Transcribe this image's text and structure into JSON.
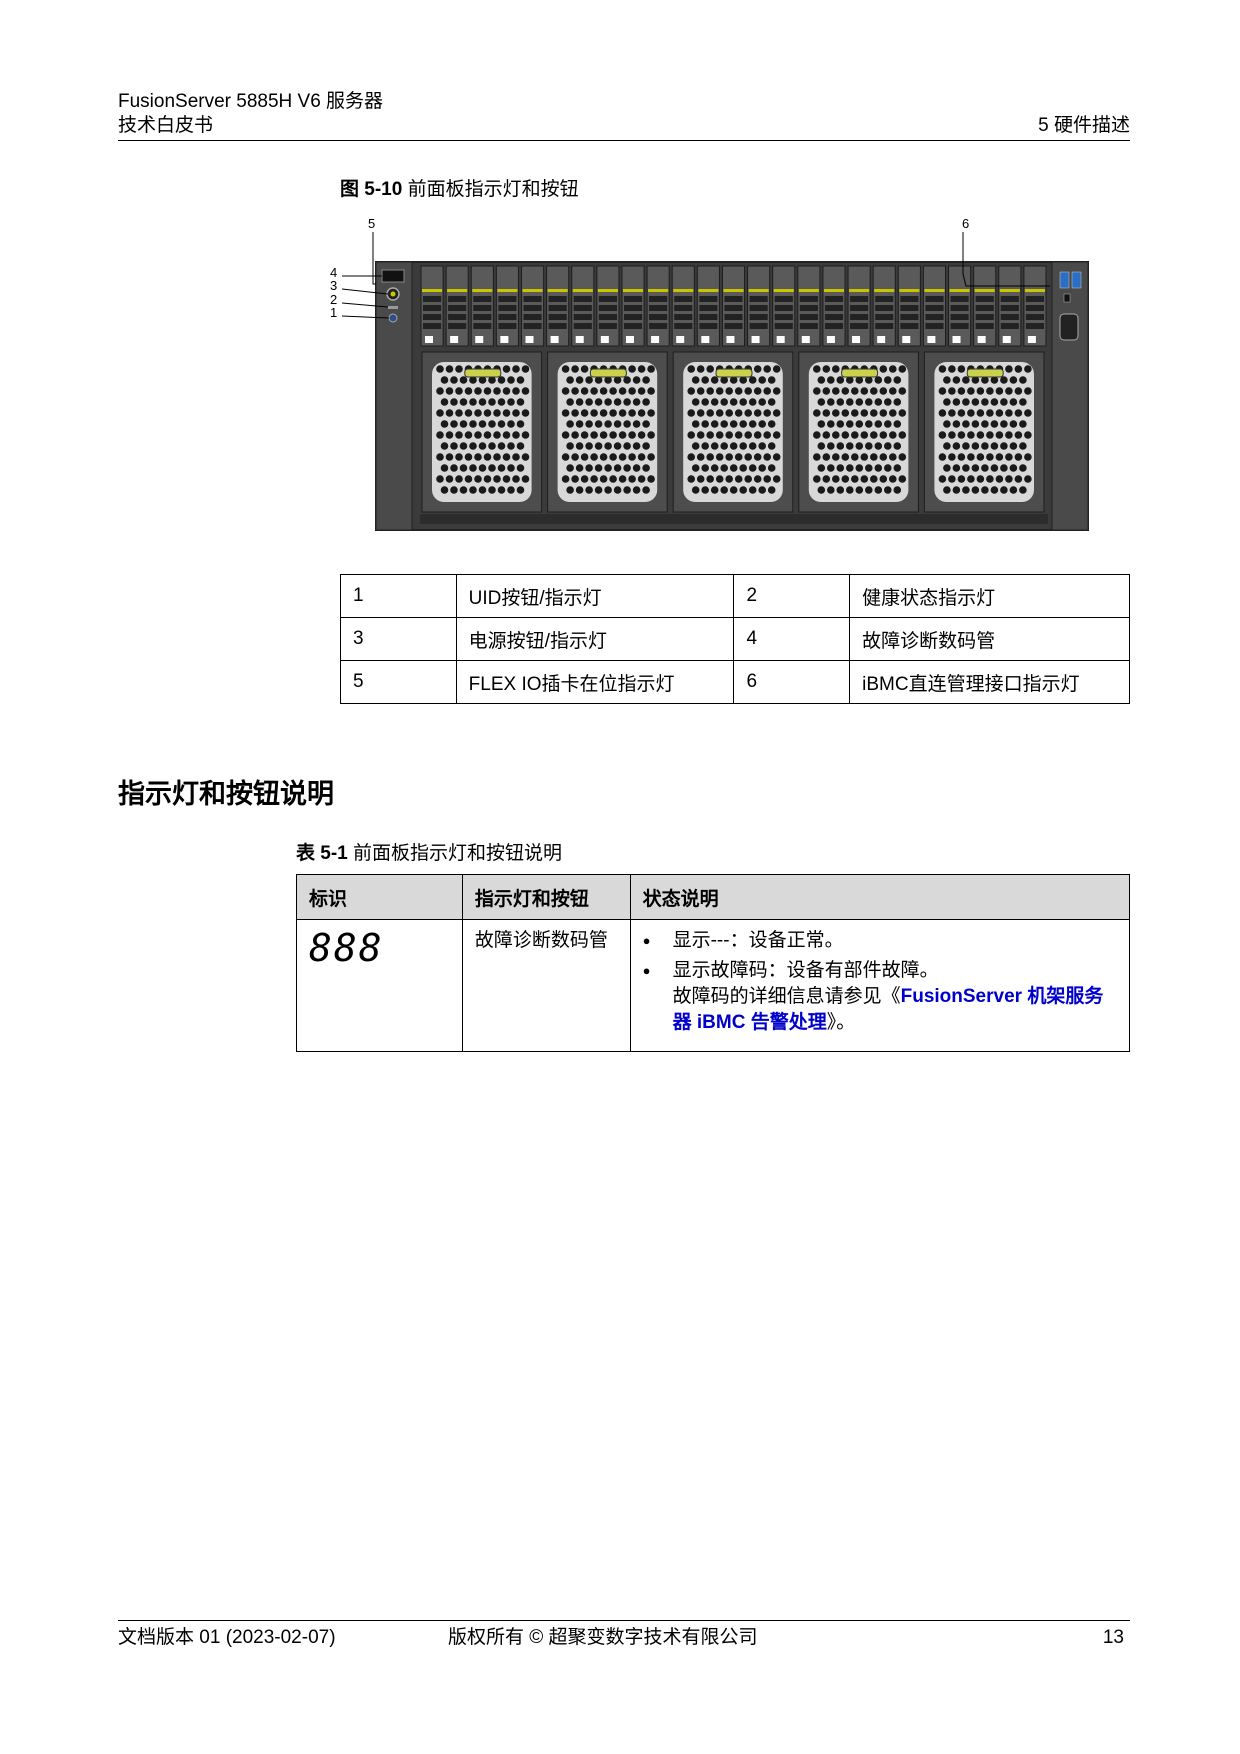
{
  "header": {
    "product": "FusionServer 5885H V6 服务器",
    "doc_type": "技术白皮书",
    "chapter": "5 硬件描述"
  },
  "figure": {
    "caption_num": "图 5-10",
    "caption_text": "前面板指示灯和按钮",
    "callouts": [
      "1",
      "2",
      "3",
      "4",
      "5",
      "6"
    ]
  },
  "legend_rows": [
    {
      "n1": "1",
      "l1": "UID按钮/指示灯",
      "n2": "2",
      "l2": "健康状态指示灯"
    },
    {
      "n1": "3",
      "l1": "电源按钮/指示灯",
      "n2": "4",
      "l2": "故障诊断数码管"
    },
    {
      "n1": "5",
      "l1": "FLEX IO插卡在位指示灯",
      "n2": "6",
      "l2": "iBMC直连管理接口指示灯"
    }
  ],
  "section_title": "指示灯和按钮说明",
  "table": {
    "caption_num": "表 5-1",
    "caption_text": "前面板指示灯和按钮说明",
    "headers": [
      "标识",
      "指示灯和按钮",
      "状态说明"
    ],
    "row": {
      "symbol": "888",
      "name": "故障诊断数码管",
      "bullet1": "显示---：设备正常。",
      "bullet2": "显示故障码：设备有部件故障。",
      "detail_prefix": "故障码的详细信息请参见《",
      "detail_link": "FusionServer 机架服务器 iBMC 告警处理",
      "detail_suffix": "》。"
    }
  },
  "footer": {
    "version": "文档版本 01 (2023-02-07)",
    "copyright": "版权所有 © 超聚变数字技术有限公司",
    "page": "13"
  }
}
